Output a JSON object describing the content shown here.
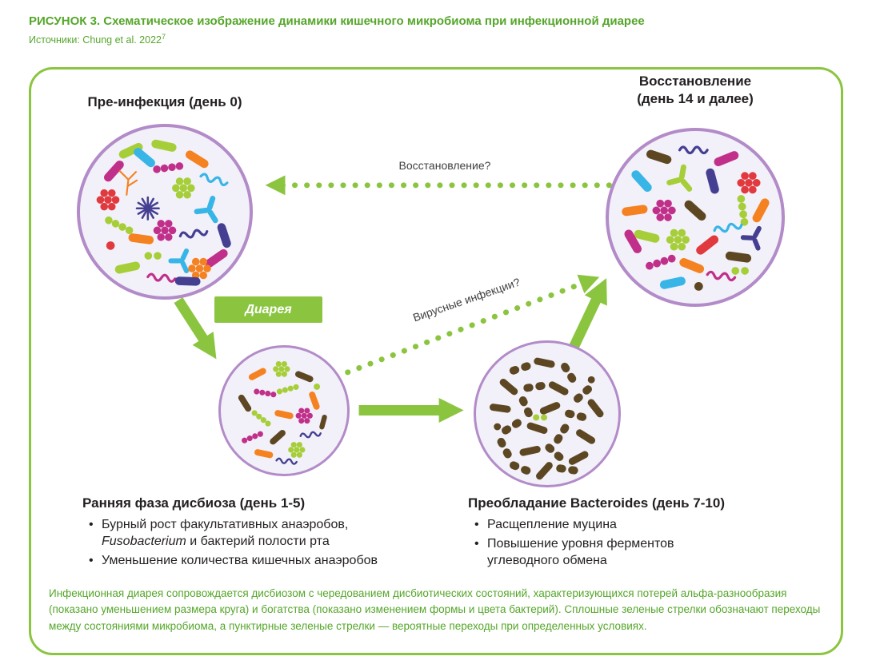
{
  "colors": {
    "accent_green": "#8bc540",
    "text_green": "#55a62a",
    "circle_border": "#b28bc8",
    "circle_fill": "#f2f0f9",
    "text_dark": "#231f20",
    "label_gray": "#404042",
    "white": "#ffffff",
    "bacteria_magenta": "#c0308a",
    "bacteria_orange": "#f58220",
    "bacteria_lime": "#a6ce38",
    "bacteria_navy": "#453f92",
    "bacteria_blue": "#38b5e7",
    "bacteria_red": "#e0393e",
    "bacteria_brown": "#5d4723"
  },
  "header": {
    "figure_label": "РИСУНОК 3.",
    "figure_title": "Схематическое изображение динамики кишечного микробиома при инфекционной диарее",
    "source_prefix": "Источники: Chung et al. 2022",
    "source_ref": "7"
  },
  "stages": {
    "pre_infection": {
      "label": "Пре-инфекция (день 0)"
    },
    "recovery": {
      "label_line1": "Восстановление",
      "label_line2": "(день 14 и далее)"
    },
    "early_dysbiosis": {
      "heading": "Ранняя фаза дисбиоза (день 1-5)",
      "bullet1_pre": "Бурный рост факультативных анаэробов, ",
      "bullet1_italic": "Fusobacterium",
      "bullet1_post": " и бактерий полости рта",
      "bullet2": "Уменьшение количества кишечных анаэробов"
    },
    "bacteroides": {
      "heading": "Преобладание Bacteroides (день 7-10)",
      "bullet1": "Расщепление муцина",
      "bullet2": "Повышение уровня ферментов углеводного обмена"
    }
  },
  "labels": {
    "diarrhea": "Диарея",
    "recovery_question": "Восстановление?",
    "viral_question": "Вирусные инфекции?"
  },
  "caption": "Инфекционная диарея сопровождается дисбиозом с чередованием дисбиотических состояний, характеризующихся потерей альфа-разнообразия (показано уменьшением размера круга) и богатства (показано изменением формы и цвета бактерий). Сплошные зеленые стрелки обозначают переходы между состояниями микробиома, а пунктирные зеленые стрелки — вероятные переходы при определенных условиях.",
  "illustrations": {
    "pre_infection": [
      [
        "rod",
        60,
        28,
        -25,
        "#a6ce38"
      ],
      [
        "rod",
        99,
        22,
        12,
        "#a6ce38"
      ],
      [
        "rod",
        138,
        38,
        32,
        "#f58220"
      ],
      [
        "rod",
        40,
        52,
        -48,
        "#c0308a"
      ],
      [
        "squiggle",
        158,
        62,
        14,
        "#38b5e7"
      ],
      [
        "fil",
        57,
        66,
        0,
        "#f58220"
      ],
      [
        "cocci",
        104,
        48,
        -8,
        "#c0308a"
      ],
      [
        "cluster",
        33,
        86,
        0,
        "#e0393e"
      ],
      [
        "cluster",
        122,
        72,
        0,
        "#a6ce38"
      ],
      [
        "star",
        80,
        96,
        0,
        "#453f92"
      ],
      [
        "y",
        152,
        98,
        18,
        "#38b5e7",
        0.8
      ],
      [
        "rod",
        170,
        128,
        72,
        "#453f92"
      ],
      [
        "cocci",
        46,
        116,
        26,
        "#a6ce38"
      ],
      [
        "rod",
        72,
        132,
        8,
        "#f58220"
      ],
      [
        "cluster",
        100,
        122,
        0,
        "#c0308a"
      ],
      [
        "squiggle",
        134,
        126,
        -10,
        "#453f92"
      ],
      [
        "rod",
        161,
        155,
        -35,
        "#c0308a"
      ],
      [
        "pair",
        86,
        152,
        0,
        "#a6ce38"
      ],
      [
        "y",
        120,
        158,
        25,
        "#38b5e7",
        0.72
      ],
      [
        "rod",
        56,
        166,
        -12,
        "#a6ce38"
      ],
      [
        "cluster",
        141,
        167,
        0,
        "#f58220"
      ],
      [
        "squiggle",
        96,
        178,
        4,
        "#c0308a"
      ],
      [
        "rod",
        127,
        182,
        2,
        "#453f92"
      ],
      [
        "dot",
        36,
        140,
        0,
        "#e0393e"
      ],
      [
        "rod",
        76,
        36,
        40,
        "#38b5e7"
      ]
    ],
    "recovery": [
      [
        "rod",
        58,
        30,
        18,
        "#5d4723"
      ],
      [
        "squiggle",
        98,
        22,
        0,
        "#453f92"
      ],
      [
        "rod",
        136,
        32,
        -22,
        "#c0308a"
      ],
      [
        "cluster",
        162,
        60,
        0,
        "#e0393e"
      ],
      [
        "rod",
        38,
        58,
        48,
        "#38b5e7"
      ],
      [
        "y",
        84,
        56,
        10,
        "#a6ce38",
        0.8
      ],
      [
        "rod",
        120,
        58,
        75,
        "#453f92"
      ],
      [
        "cocci",
        155,
        92,
        82,
        "#a6ce38"
      ],
      [
        "rod",
        30,
        92,
        -8,
        "#f58220"
      ],
      [
        "cluster",
        64,
        92,
        0,
        "#c0308a"
      ],
      [
        "rod",
        100,
        92,
        42,
        "#5d4723"
      ],
      [
        "squiggle",
        138,
        112,
        -12,
        "#38b5e7"
      ],
      [
        "y",
        168,
        124,
        28,
        "#453f92",
        0.7
      ],
      [
        "rod",
        44,
        122,
        14,
        "#a6ce38"
      ],
      [
        "cluster",
        80,
        126,
        0,
        "#a6ce38"
      ],
      [
        "rod",
        114,
        132,
        -38,
        "#e0393e"
      ],
      [
        "rod",
        150,
        146,
        8,
        "#5d4723"
      ],
      [
        "cocci",
        60,
        152,
        -18,
        "#c0308a"
      ],
      [
        "rod",
        96,
        156,
        22,
        "#f58220"
      ],
      [
        "squiggle",
        130,
        168,
        6,
        "#c0308a"
      ],
      [
        "pair",
        152,
        162,
        0,
        "#a6ce38"
      ],
      [
        "rod",
        74,
        176,
        -12,
        "#38b5e7"
      ],
      [
        "dot",
        104,
        180,
        0,
        "#5d4723"
      ],
      [
        "rod",
        28,
        128,
        60,
        "#c0308a"
      ],
      [
        "rod",
        176,
        92,
        -62,
        "#f58220"
      ]
    ],
    "early_dysbiosis": [
      [
        "rod",
        58,
        42,
        -28,
        "#f58220"
      ],
      [
        "cluster",
        96,
        34,
        0,
        "#a6ce38"
      ],
      [
        "rod",
        132,
        46,
        22,
        "#5d4723"
      ],
      [
        "cocci",
        70,
        72,
        10,
        "#c0308a"
      ],
      [
        "rod",
        148,
        84,
        70,
        "#f58220"
      ],
      [
        "cocci",
        106,
        66,
        -15,
        "#a6ce38"
      ],
      [
        "rod",
        38,
        88,
        58,
        "#5d4723"
      ],
      [
        "cluster",
        132,
        108,
        0,
        "#c0308a"
      ],
      [
        "cocci",
        64,
        112,
        38,
        "#a6ce38"
      ],
      [
        "rod",
        100,
        106,
        12,
        "#f58220"
      ],
      [
        "squiggle",
        142,
        138,
        -8,
        "#453f92"
      ],
      [
        "cocci",
        50,
        142,
        -22,
        "#c0308a"
      ],
      [
        "rod",
        90,
        142,
        -42,
        "#5d4723"
      ],
      [
        "cluster",
        120,
        162,
        0,
        "#a6ce38"
      ],
      [
        "rod",
        68,
        168,
        12,
        "#f58220"
      ],
      [
        "squiggle",
        104,
        180,
        4,
        "#453f92"
      ],
      [
        "dot",
        152,
        62,
        0,
        "#a6ce38"
      ],
      [
        "rod",
        162,
        118,
        -75,
        "#5d4723",
        0.8
      ]
    ],
    "bacteroides": [
      [
        "bac",
        62,
        36,
        -18,
        "#5d4723"
      ],
      [
        "rod",
        96,
        28,
        12,
        "#5d4723"
      ],
      [
        "bac",
        130,
        42,
        58,
        "#5d4723"
      ],
      [
        "rod",
        46,
        62,
        40,
        "#5d4723"
      ],
      [
        "bac",
        82,
        62,
        -8,
        "#5d4723"
      ],
      [
        "rod",
        116,
        64,
        28,
        "#5d4723"
      ],
      [
        "bac",
        150,
        72,
        -42,
        "#5d4723"
      ],
      [
        "rod",
        34,
        92,
        8,
        "#5d4723"
      ],
      [
        "bac",
        70,
        90,
        66,
        "#5d4723"
      ],
      [
        "rod",
        104,
        92,
        -22,
        "#5d4723"
      ],
      [
        "bac",
        140,
        102,
        14,
        "#5d4723"
      ],
      [
        "rod",
        168,
        92,
        52,
        "#5d4723"
      ],
      [
        "bac",
        50,
        118,
        -32,
        "#5d4723"
      ],
      [
        "rod",
        86,
        120,
        18,
        "#5d4723"
      ],
      [
        "bac",
        120,
        128,
        -58,
        "#5d4723"
      ],
      [
        "rod",
        154,
        132,
        32,
        "#5d4723"
      ],
      [
        "bac",
        40,
        148,
        62,
        "#5d4723"
      ],
      [
        "rod",
        76,
        152,
        -12,
        "#5d4723"
      ],
      [
        "bac",
        110,
        154,
        42,
        "#5d4723"
      ],
      [
        "rod",
        144,
        162,
        -28,
        "#5d4723"
      ],
      [
        "bac",
        62,
        176,
        22,
        "#5d4723"
      ],
      [
        "rod",
        96,
        180,
        -48,
        "#5d4723"
      ],
      [
        "bac",
        128,
        178,
        8,
        "#5d4723"
      ],
      [
        "pair",
        90,
        105,
        0,
        "#a6ce38"
      ],
      [
        "dot",
        162,
        52,
        0,
        "#5d4723"
      ],
      [
        "dot",
        30,
        118,
        0,
        "#5d4723"
      ]
    ]
  }
}
